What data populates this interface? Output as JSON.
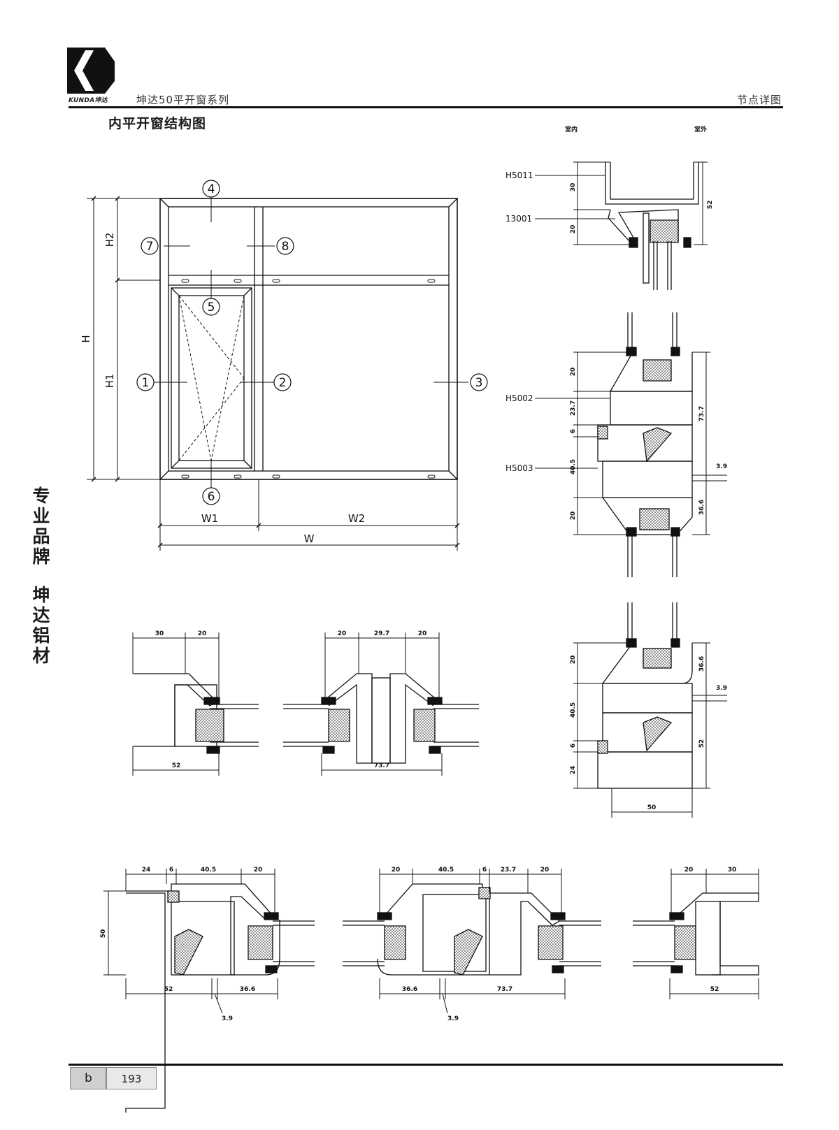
{
  "brand": {
    "logo_icon": "kunda-k-logo-icon",
    "logo_text": "KUNDA坤达"
  },
  "header": {
    "series": "坤达50平开窗系列",
    "section": "节点详图"
  },
  "page_title": "内平开窗结构图",
  "side_slogan": {
    "line1": "专业品牌",
    "line2": "坤达铝材"
  },
  "side_labels": {
    "indoor": "室内",
    "outdoor": "室外"
  },
  "elevation": {
    "markers": [
      "1",
      "2",
      "3",
      "4",
      "5",
      "6",
      "7",
      "8"
    ],
    "dims": {
      "h": "H",
      "h1": "H1",
      "h2": "H2",
      "w": "W",
      "w1": "W1",
      "w2": "W2"
    }
  },
  "profiles": {
    "h5011": "H5011",
    "p13001": "13001",
    "h5002": "H5002",
    "h5003": "H5003"
  },
  "dims": {
    "d30": "30",
    "d20": "20",
    "d52": "52",
    "d23_7": "23.7",
    "d73_7": "73.7",
    "d6": "6",
    "d40_5": "40.5",
    "d3_9": "3.9",
    "d36_6": "36.6",
    "d24": "24",
    "d50": "50",
    "d29_7": "29.7"
  },
  "footer": {
    "section_letter": "b",
    "page_number": "193"
  }
}
